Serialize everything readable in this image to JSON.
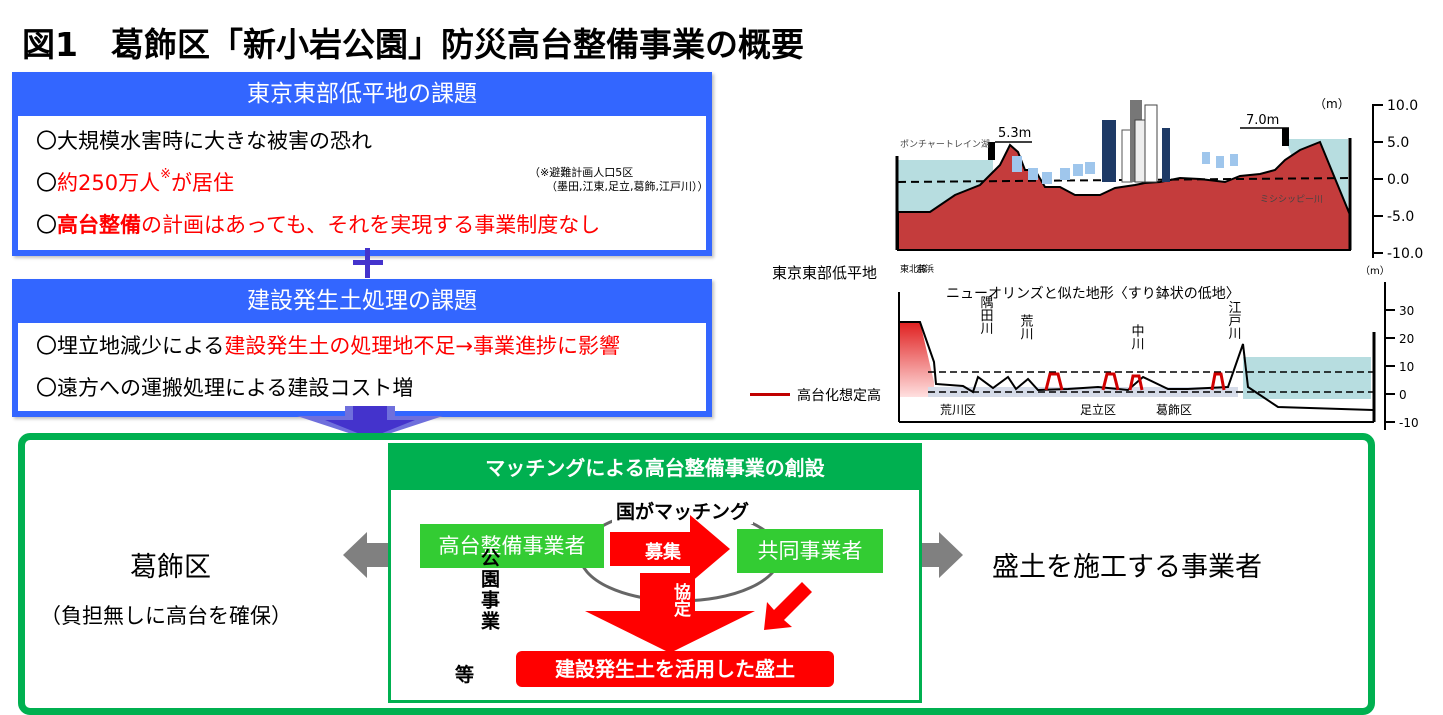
{
  "title": "図1　葛飾区「新小岩公園」防災高台整備事業の概要",
  "issues_lowland": {
    "heading": "東京東部低平地の課題",
    "lines": [
      {
        "prefix": "〇",
        "parts": [
          {
            "text": "大規模水害時に大きな被害の恐れ",
            "style": "normal"
          }
        ]
      },
      {
        "prefix": "〇",
        "parts": [
          {
            "text": "約250万人",
            "style": "red"
          },
          {
            "text": "※",
            "style": "sup"
          },
          {
            "text": "が居住",
            "style": "red"
          }
        ]
      },
      {
        "prefix": "〇",
        "parts": [
          {
            "text": "高台整備",
            "style": "redbold"
          },
          {
            "text": "の計画はあっても、それを実現する事業制度なし",
            "style": "red"
          }
        ]
      }
    ],
    "note_line1": "（※避難計画人口5区",
    "note_line2": "（墨田,江東,足立,葛飾,江戸川））"
  },
  "issues_soil": {
    "heading": "建設発生土処理の課題",
    "lines": [
      {
        "prefix": "〇",
        "parts": [
          {
            "text": "埋立地減少による",
            "style": "normal"
          },
          {
            "text": "建設発生土の処理地不足→事業進捗に影響",
            "style": "red"
          }
        ]
      },
      {
        "prefix": "〇",
        "parts": [
          {
            "text": "遠方への運搬処理による建設コスト増",
            "style": "normal"
          }
        ]
      }
    ]
  },
  "plus_symbol": "+",
  "new_orleans_profile": {
    "levee_left_label": "5.3m",
    "levee_right_label": "7.0m",
    "lake_label": "ポンチャートレイン湖",
    "river_label": "ミシシッピー川",
    "axis_unit": "（m）",
    "axis_ticks": [
      "10.0",
      "5.0",
      "0.0",
      "-5.0",
      "-10.0"
    ]
  },
  "tokyo_profile": {
    "region_label": "東京東部低平地",
    "rail_label_1": "東北線",
    "rail_label_2": "京浜",
    "caption": "ニューオリンズと似た地形〈すり鉢状の低地〉",
    "rivers": [
      "隅田川",
      "荒川",
      "中川",
      "江戸川"
    ],
    "wards": [
      "荒川区",
      "足立区",
      "葛飾区"
    ],
    "legend_label": "高台化想定高",
    "axis_unit": "（m）",
    "axis_ticks": [
      "30",
      "20",
      "10",
      "0",
      "-10"
    ]
  },
  "bottom": {
    "left_title": "葛飾区",
    "left_sub": "（負担無しに高台を確保）",
    "right_title": "盛土を施工する事業者",
    "matching": {
      "heading": "マッチングによる高台整備事業の創設",
      "country_label": "国がマッチング",
      "developer": "高台整備事業者",
      "recruit": "募集",
      "partner": "共同事業者",
      "agreement": "協定",
      "park_label": "公園事業",
      "etc_label": "等",
      "result": "建設発生土を活用した盛土"
    }
  },
  "colors": {
    "blue": "#3366ff",
    "green": "#00b050",
    "light_green": "#33cc33",
    "red": "#ff0000",
    "arrow_gray": "#808080",
    "terrain_red": "#c43c3c",
    "water": "#b7dde0"
  }
}
